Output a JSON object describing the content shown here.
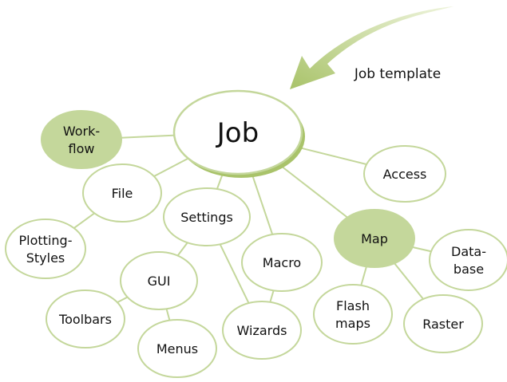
{
  "diagram": {
    "title": "Job template",
    "root": {
      "id": "job",
      "label": [
        "Job"
      ]
    },
    "nodes": [
      {
        "id": "workflow",
        "label": [
          "Work-",
          "flow"
        ],
        "highlight": true
      },
      {
        "id": "file",
        "label": [
          "File"
        ],
        "highlight": false
      },
      {
        "id": "plotting-styles",
        "label": [
          "Plotting-",
          "Styles"
        ],
        "highlight": false
      },
      {
        "id": "settings",
        "label": [
          "Settings"
        ],
        "highlight": false
      },
      {
        "id": "gui",
        "label": [
          "GUI"
        ],
        "highlight": false
      },
      {
        "id": "toolbars",
        "label": [
          "Toolbars"
        ],
        "highlight": false
      },
      {
        "id": "menus",
        "label": [
          "Menus"
        ],
        "highlight": false
      },
      {
        "id": "macro",
        "label": [
          "Macro"
        ],
        "highlight": false
      },
      {
        "id": "wizards",
        "label": [
          "Wizards"
        ],
        "highlight": false
      },
      {
        "id": "access",
        "label": [
          "Access"
        ],
        "highlight": false
      },
      {
        "id": "map",
        "label": [
          "Map"
        ],
        "highlight": true
      },
      {
        "id": "database",
        "label": [
          "Data-",
          "base"
        ],
        "highlight": false
      },
      {
        "id": "flash-maps",
        "label": [
          "Flash",
          "maps"
        ],
        "highlight": false
      },
      {
        "id": "raster",
        "label": [
          "Raster"
        ],
        "highlight": false
      }
    ],
    "edges": [
      [
        "job",
        "workflow"
      ],
      [
        "job",
        "file"
      ],
      [
        "job",
        "settings"
      ],
      [
        "job",
        "macro"
      ],
      [
        "job",
        "map"
      ],
      [
        "job",
        "access"
      ],
      [
        "file",
        "plotting-styles"
      ],
      [
        "settings",
        "gui"
      ],
      [
        "settings",
        "wizards"
      ],
      [
        "gui",
        "toolbars"
      ],
      [
        "gui",
        "menus"
      ],
      [
        "macro",
        "wizards"
      ],
      [
        "map",
        "database"
      ],
      [
        "map",
        "flash-maps"
      ],
      [
        "map",
        "raster"
      ]
    ],
    "colors": {
      "node_stroke": "#c4d79b",
      "node_fill": "#ffffff",
      "highlight_fill": "#c4d79b",
      "edge": "#c4d79b",
      "root_shadow": "#a9c36a",
      "arrow_light": "#eef4dc",
      "arrow_dark": "#a9c36a",
      "text": "#111111"
    }
  }
}
